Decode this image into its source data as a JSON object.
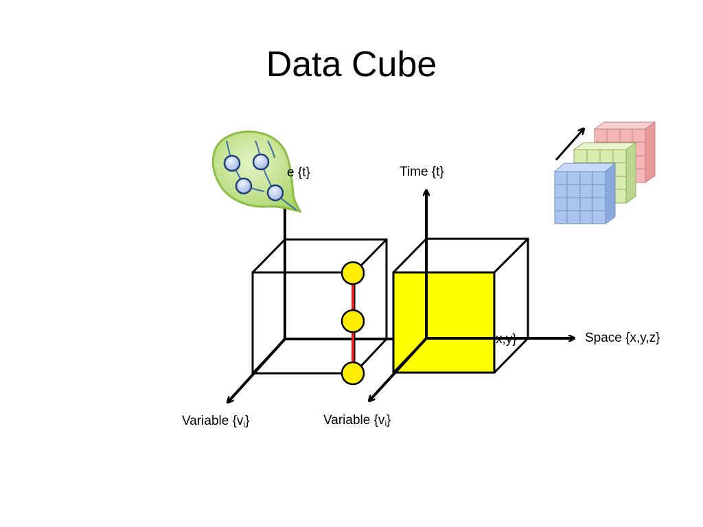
{
  "title": "Data Cube",
  "left_cube": {
    "time_label_visible": "e {t}",
    "variable_label": "Variable {v",
    "variable_sub": "i",
    "variable_close": "}"
  },
  "right_cube": {
    "time_label": "Time {t}",
    "space_label": "Space {x,y,z}",
    "space_partial_label": "x,y}",
    "variable_label": "Variable {v",
    "variable_sub": "i",
    "variable_close": "}"
  },
  "colors": {
    "highlight_face": "#ffff00",
    "node_fill": "#ffee00",
    "node_link": "#e02020",
    "blob_fill": "#b7dc7a",
    "blob_stroke": "#8bbd45",
    "cube_blue": "#a9c5ef",
    "cube_green": "#d8ecb0",
    "cube_red": "#f4b6b6"
  },
  "icons": [
    "graph-bubble-icon",
    "stacked-cubes-icon"
  ]
}
